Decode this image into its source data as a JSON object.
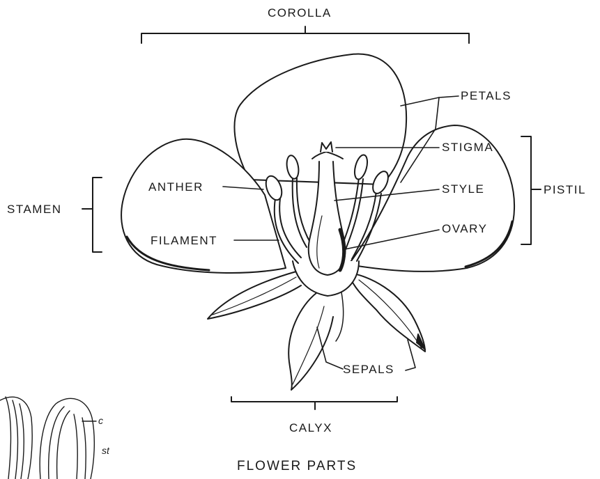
{
  "diagram": {
    "title": "FLOWER PARTS",
    "groups": {
      "corolla": "COROLLA",
      "stamen": "STAMEN",
      "pistil": "PISTIL",
      "calyx": "CALYX"
    },
    "parts": {
      "petals": "PETALS",
      "stigma": "STIGMA",
      "style": "STYLE",
      "ovary": "OVARY",
      "anther": "ANTHER",
      "filament": "FILAMENT",
      "sepals": "SEPALS"
    },
    "inset_labels": {
      "c": "c",
      "st": "st"
    },
    "colors": {
      "ink": "#1a1a1a",
      "background": "#ffffff"
    }
  }
}
